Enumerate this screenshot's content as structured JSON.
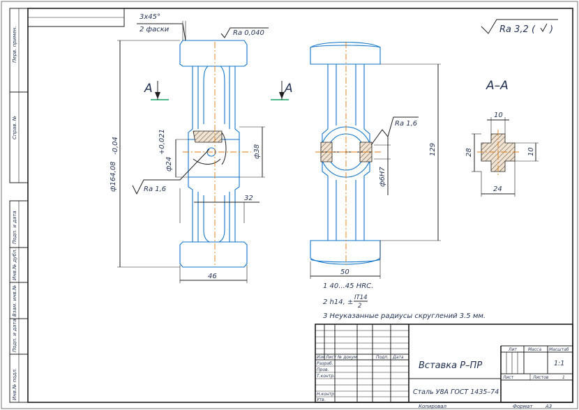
{
  "drawing": {
    "chamfer": {
      "angle": "3x45°",
      "count": "2 фаски"
    },
    "roughness_general": "Ra 3,2 (",
    "roughness_items": {
      "ra_0040": "Ra 0,040",
      "ra_16_left": "Ra 1,6",
      "ra_16_right": "Ra 1,6"
    },
    "section_marks": {
      "left": "A",
      "right": "A",
      "title": "А–А"
    },
    "dimensions": {
      "d_main": "ф164,08",
      "d_main_tol": "-0,04",
      "d24": "ф24",
      "d24_tol": "+0,021",
      "d38": "ф38",
      "d32": "32",
      "w46": "46",
      "w50": "50",
      "h129": "129",
      "d6h7": "ф6H7",
      "s10_top": "10",
      "s10_right": "10",
      "s28": "28",
      "s24": "24"
    },
    "notes": {
      "n1": "1 40...45 HRC.",
      "n2_prefix": "2 h14, ±",
      "n2_num": "IT14",
      "n2_den": "2",
      "n3": "3 Неуказанные радиусы скруглений 3.5 мм."
    }
  },
  "side_stamp": [
    "Перв. примен.",
    "Справ. №",
    "Подп. и дата",
    "Инв.№ дубл.",
    "Взам. инв.№",
    "Подп. и дата",
    "Инв.№ подл."
  ],
  "title_block": {
    "headers": {
      "izm": "Изм",
      "list": "Лист",
      "doc_no": "№ докум.",
      "sign": "Подп.",
      "date": "Дата"
    },
    "roles": {
      "razrab": "Разраб.",
      "prov": "Пров.",
      "tkontr": "Т.контр.",
      "nkontr": "Н.контр.",
      "utv": "Утв."
    },
    "name": "Вставка Р–ПР",
    "material": "Сталь У8А ГОСТ 1435–74",
    "lit": "Лит",
    "massa": "Масса",
    "masshtab": "Масштаб",
    "scale_value": "1:1",
    "list_label": "Лист",
    "listov_label": "Листов",
    "listov_value": "1"
  },
  "footer": {
    "kopiroval": "Копировал",
    "format_label": "Формат",
    "format_value": "А3"
  }
}
